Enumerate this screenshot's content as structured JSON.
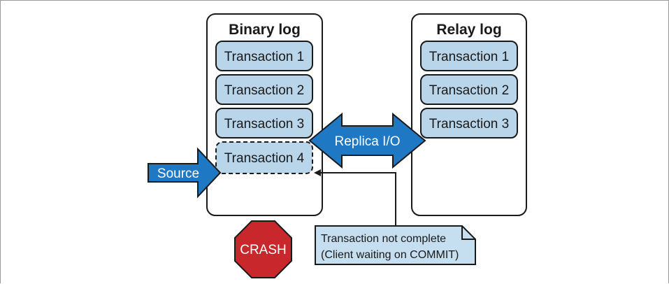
{
  "binary_log": {
    "title": "Binary log",
    "transactions": [
      "Transaction 1",
      "Transaction 2",
      "Transaction 3",
      "Transaction 4"
    ]
  },
  "relay_log": {
    "title": "Relay log",
    "transactions": [
      "Transaction 1",
      "Transaction 2",
      "Transaction 3"
    ]
  },
  "replica_arrow": {
    "label": "Replica I/O"
  },
  "source_arrow": {
    "label": "Source"
  },
  "crash_sign": {
    "label": "CRASH"
  },
  "note": {
    "line1": "Transaction not complete",
    "line2": "(Client waiting on COMMIT)"
  },
  "colors": {
    "box_fill": "#b8d5ea",
    "arrow_fill": "#1f78c4",
    "crash_fill": "#c8282c",
    "note_fill": "#c6dff0"
  }
}
